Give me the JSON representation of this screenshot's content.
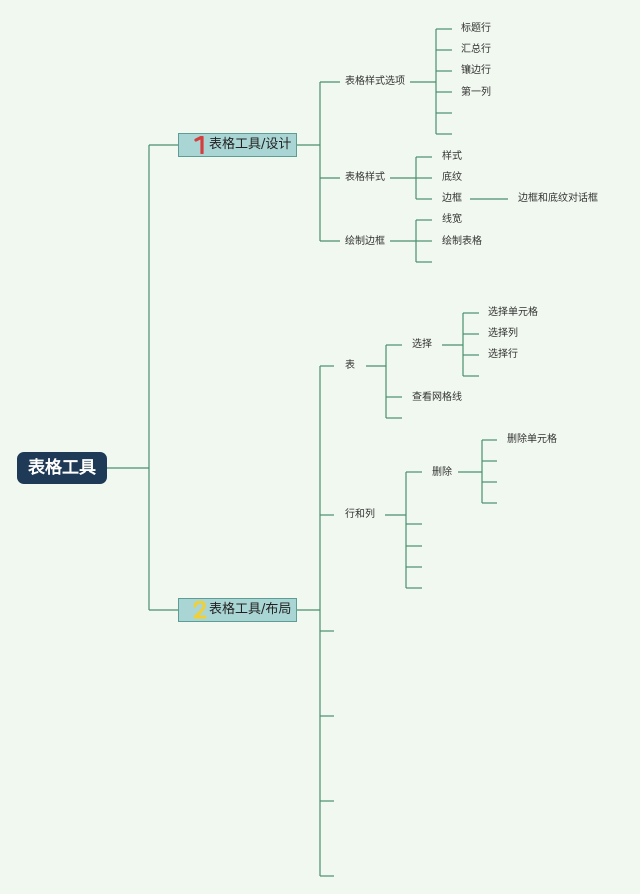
{
  "root": {
    "label": "表格工具"
  },
  "design": {
    "label": "表格工具/设计",
    "badge": "1",
    "badge_color": "#d63d3d",
    "style_options": {
      "label": "表格样式选项",
      "items": [
        "标题行",
        "汇总行",
        "镶边行",
        "第一列"
      ]
    },
    "table_styles": {
      "label": "表格样式",
      "items": [
        "样式",
        "底纹",
        "边框"
      ],
      "border_child": "边框和底纹对话框"
    },
    "draw_border": {
      "label": "绘制边框",
      "items": [
        "线宽",
        "绘制表格"
      ]
    }
  },
  "layout": {
    "label": "表格工具/布局",
    "badge": "2",
    "badge_color": "#f2cf34",
    "table": {
      "label": "表",
      "select": {
        "label": "选择",
        "items": [
          "选择单元格",
          "选择列",
          "选择行"
        ]
      },
      "gridlines": "查看网格线"
    },
    "rows_cols": {
      "label": "行和列",
      "delete": {
        "label": "删除",
        "items": [
          "删除单元格"
        ]
      }
    }
  },
  "colors": {
    "line": "#4a8f6f",
    "root_bg": "#1f3a56",
    "box_bg": "#a9d6d4"
  }
}
